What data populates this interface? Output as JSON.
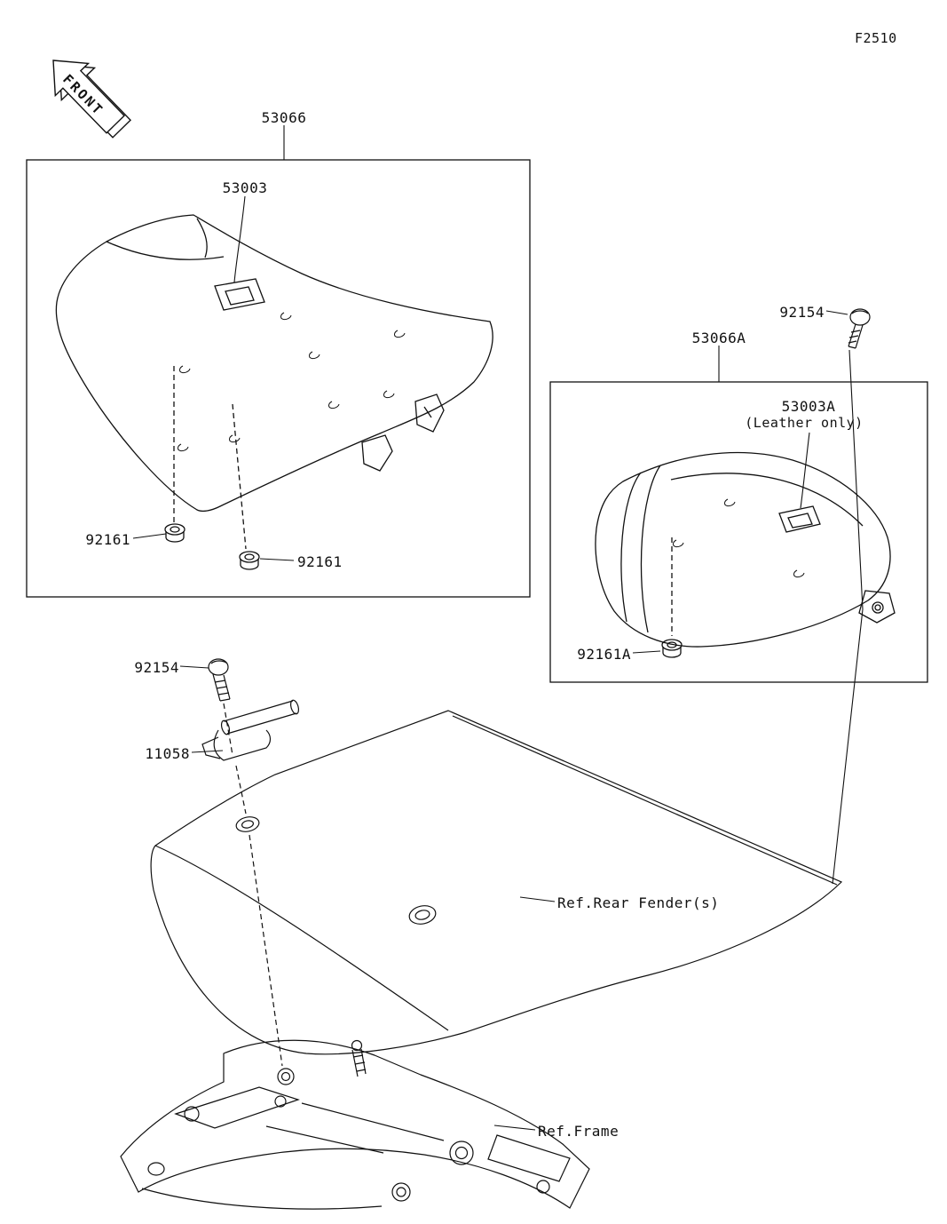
{
  "page": {
    "code": "F2510"
  },
  "front_arrow": {
    "label": "FRONT"
  },
  "labels": {
    "main_seat": "53066",
    "main_strap": "53003",
    "damper_left": "92161",
    "damper_right": "92161",
    "screw_top": "92154",
    "rear_seat": "53066A",
    "rear_strap": "53003A",
    "rear_strap_note": "(Leather only)",
    "rear_damper": "92161A",
    "screw_mid": "92154",
    "bracket": "11058",
    "ref_rear_fender": "Ref.Rear Fender(s)",
    "ref_frame": "Ref.Frame"
  }
}
